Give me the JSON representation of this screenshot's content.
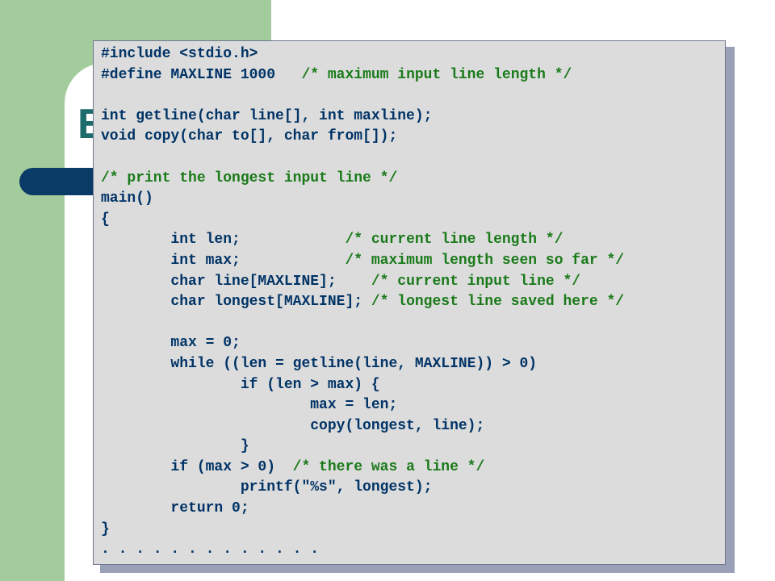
{
  "slide": {
    "title_visible": "E",
    "colors": {
      "green": "#a3cc9c",
      "navy": "#0a3a66",
      "teal": "#1d6b6b",
      "code_text": "#003366",
      "comment": "#1a7a1a",
      "box_background": "#dcdcdc"
    }
  },
  "code": {
    "lines": [
      [
        {
          "t": "#include <stdio.h>"
        }
      ],
      [
        {
          "t": "#define MAXLINE 1000   "
        },
        {
          "t": "/* maximum input line length */",
          "c": true
        }
      ],
      [],
      [
        {
          "t": "int getline(char line[], int maxline);"
        }
      ],
      [
        {
          "t": "void copy(char to[], char from[]);"
        }
      ],
      [],
      [
        {
          "t": "/* print the longest input line */",
          "c": true
        }
      ],
      [
        {
          "t": "main()"
        }
      ],
      [
        {
          "t": "{"
        }
      ],
      [
        {
          "t": "        int len;            "
        },
        {
          "t": "/* current line length */",
          "c": true
        }
      ],
      [
        {
          "t": "        int max;            "
        },
        {
          "t": "/* maximum length seen so far */",
          "c": true
        }
      ],
      [
        {
          "t": "        char line[MAXLINE];    "
        },
        {
          "t": "/* current input line */",
          "c": true
        }
      ],
      [
        {
          "t": "        char longest[MAXLINE]; "
        },
        {
          "t": "/* longest line saved here */",
          "c": true
        }
      ],
      [],
      [
        {
          "t": "        max = 0;"
        }
      ],
      [
        {
          "t": "        while ((len = getline(line, MAXLINE)) > 0)"
        }
      ],
      [
        {
          "t": "                if (len > max) {"
        }
      ],
      [
        {
          "t": "                        max = len;"
        }
      ],
      [
        {
          "t": "                        copy(longest, line);"
        }
      ],
      [
        {
          "t": "                }"
        }
      ],
      [
        {
          "t": "        if (max > 0)  "
        },
        {
          "t": "/* there was a line */",
          "c": true
        }
      ],
      [
        {
          "t": "                printf(\"%s\", longest);"
        }
      ],
      [
        {
          "t": "        return 0;"
        }
      ],
      [
        {
          "t": "}"
        }
      ],
      [
        {
          "t": ". . . . . . . . . . . . ."
        }
      ]
    ]
  }
}
